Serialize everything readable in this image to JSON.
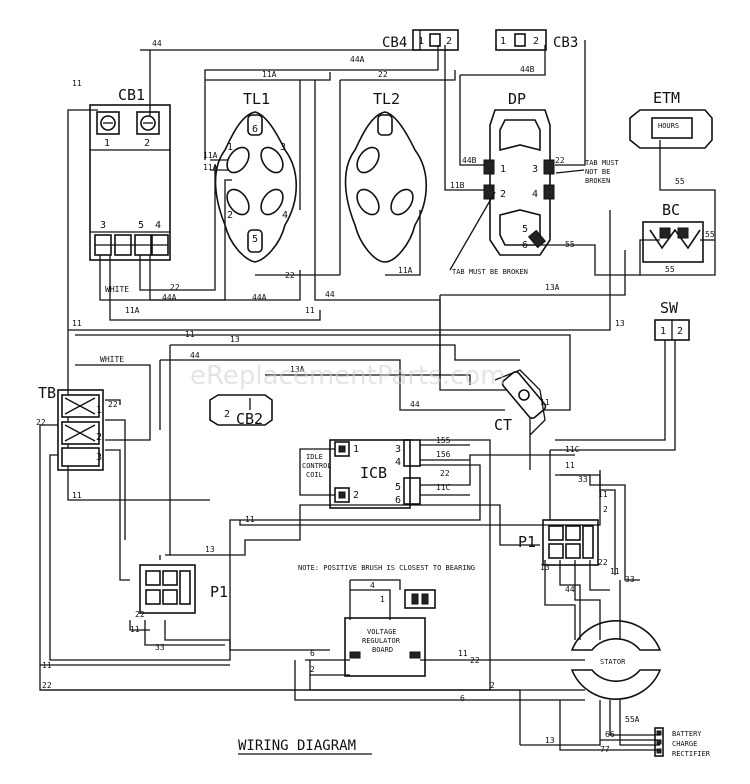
{
  "components": {
    "cb1": "CB1",
    "cb2": "CB2",
    "cb3": "CB3",
    "cb4": "CB4",
    "tl1": "TL1",
    "tl2": "TL2",
    "dp": "DP",
    "etm": "ETM",
    "bc": "BC",
    "sw": "SW",
    "tb": "TB",
    "ct": "CT",
    "icb": "ICB",
    "p1_left": "P1",
    "p1_right": "P1",
    "idle_coil_1": "IDLE",
    "idle_coil_2": "CONTROL",
    "idle_coil_3": "COIL",
    "vrb_1": "VOLTAGE",
    "vrb_2": "REGULATOR",
    "vrb_3": "BOARD",
    "stator": "STATOR",
    "bcr_1": "BATTERY",
    "bcr_2": "CHARGE",
    "bcr_3": "RECTIFIER",
    "etm_face": "HOURS"
  },
  "notes": {
    "dp_tab_1": "TAB MUST",
    "dp_tab_2": "NOT BE",
    "dp_tab_3": "BROKEN",
    "tab_broken": "TAB MUST BE BROKEN",
    "brush": "NOTE: POSITIVE BRUSH IS CLOSEST TO BEARING"
  },
  "wires": {
    "w44": "44",
    "w44a": "44A",
    "w44b": "44B",
    "w11": "11",
    "w11a": "11A",
    "w11b": "11B",
    "w11c": "11C",
    "w22": "22",
    "w13": "13",
    "w13a": "13A",
    "w55": "55",
    "w55a": "55A",
    "w33": "33",
    "w155": "155",
    "w156": "156",
    "w2": "2",
    "w4": "4",
    "w1": "1",
    "w6": "6",
    "w66": "66",
    "w77": "77",
    "white": "WHITE"
  },
  "pins": {
    "p1": "1",
    "p2": "2",
    "p3": "3",
    "p4": "4",
    "p5": "5",
    "p6": "6"
  },
  "title": "WIRING DIAGRAM",
  "watermark": "eReplacementParts.com"
}
